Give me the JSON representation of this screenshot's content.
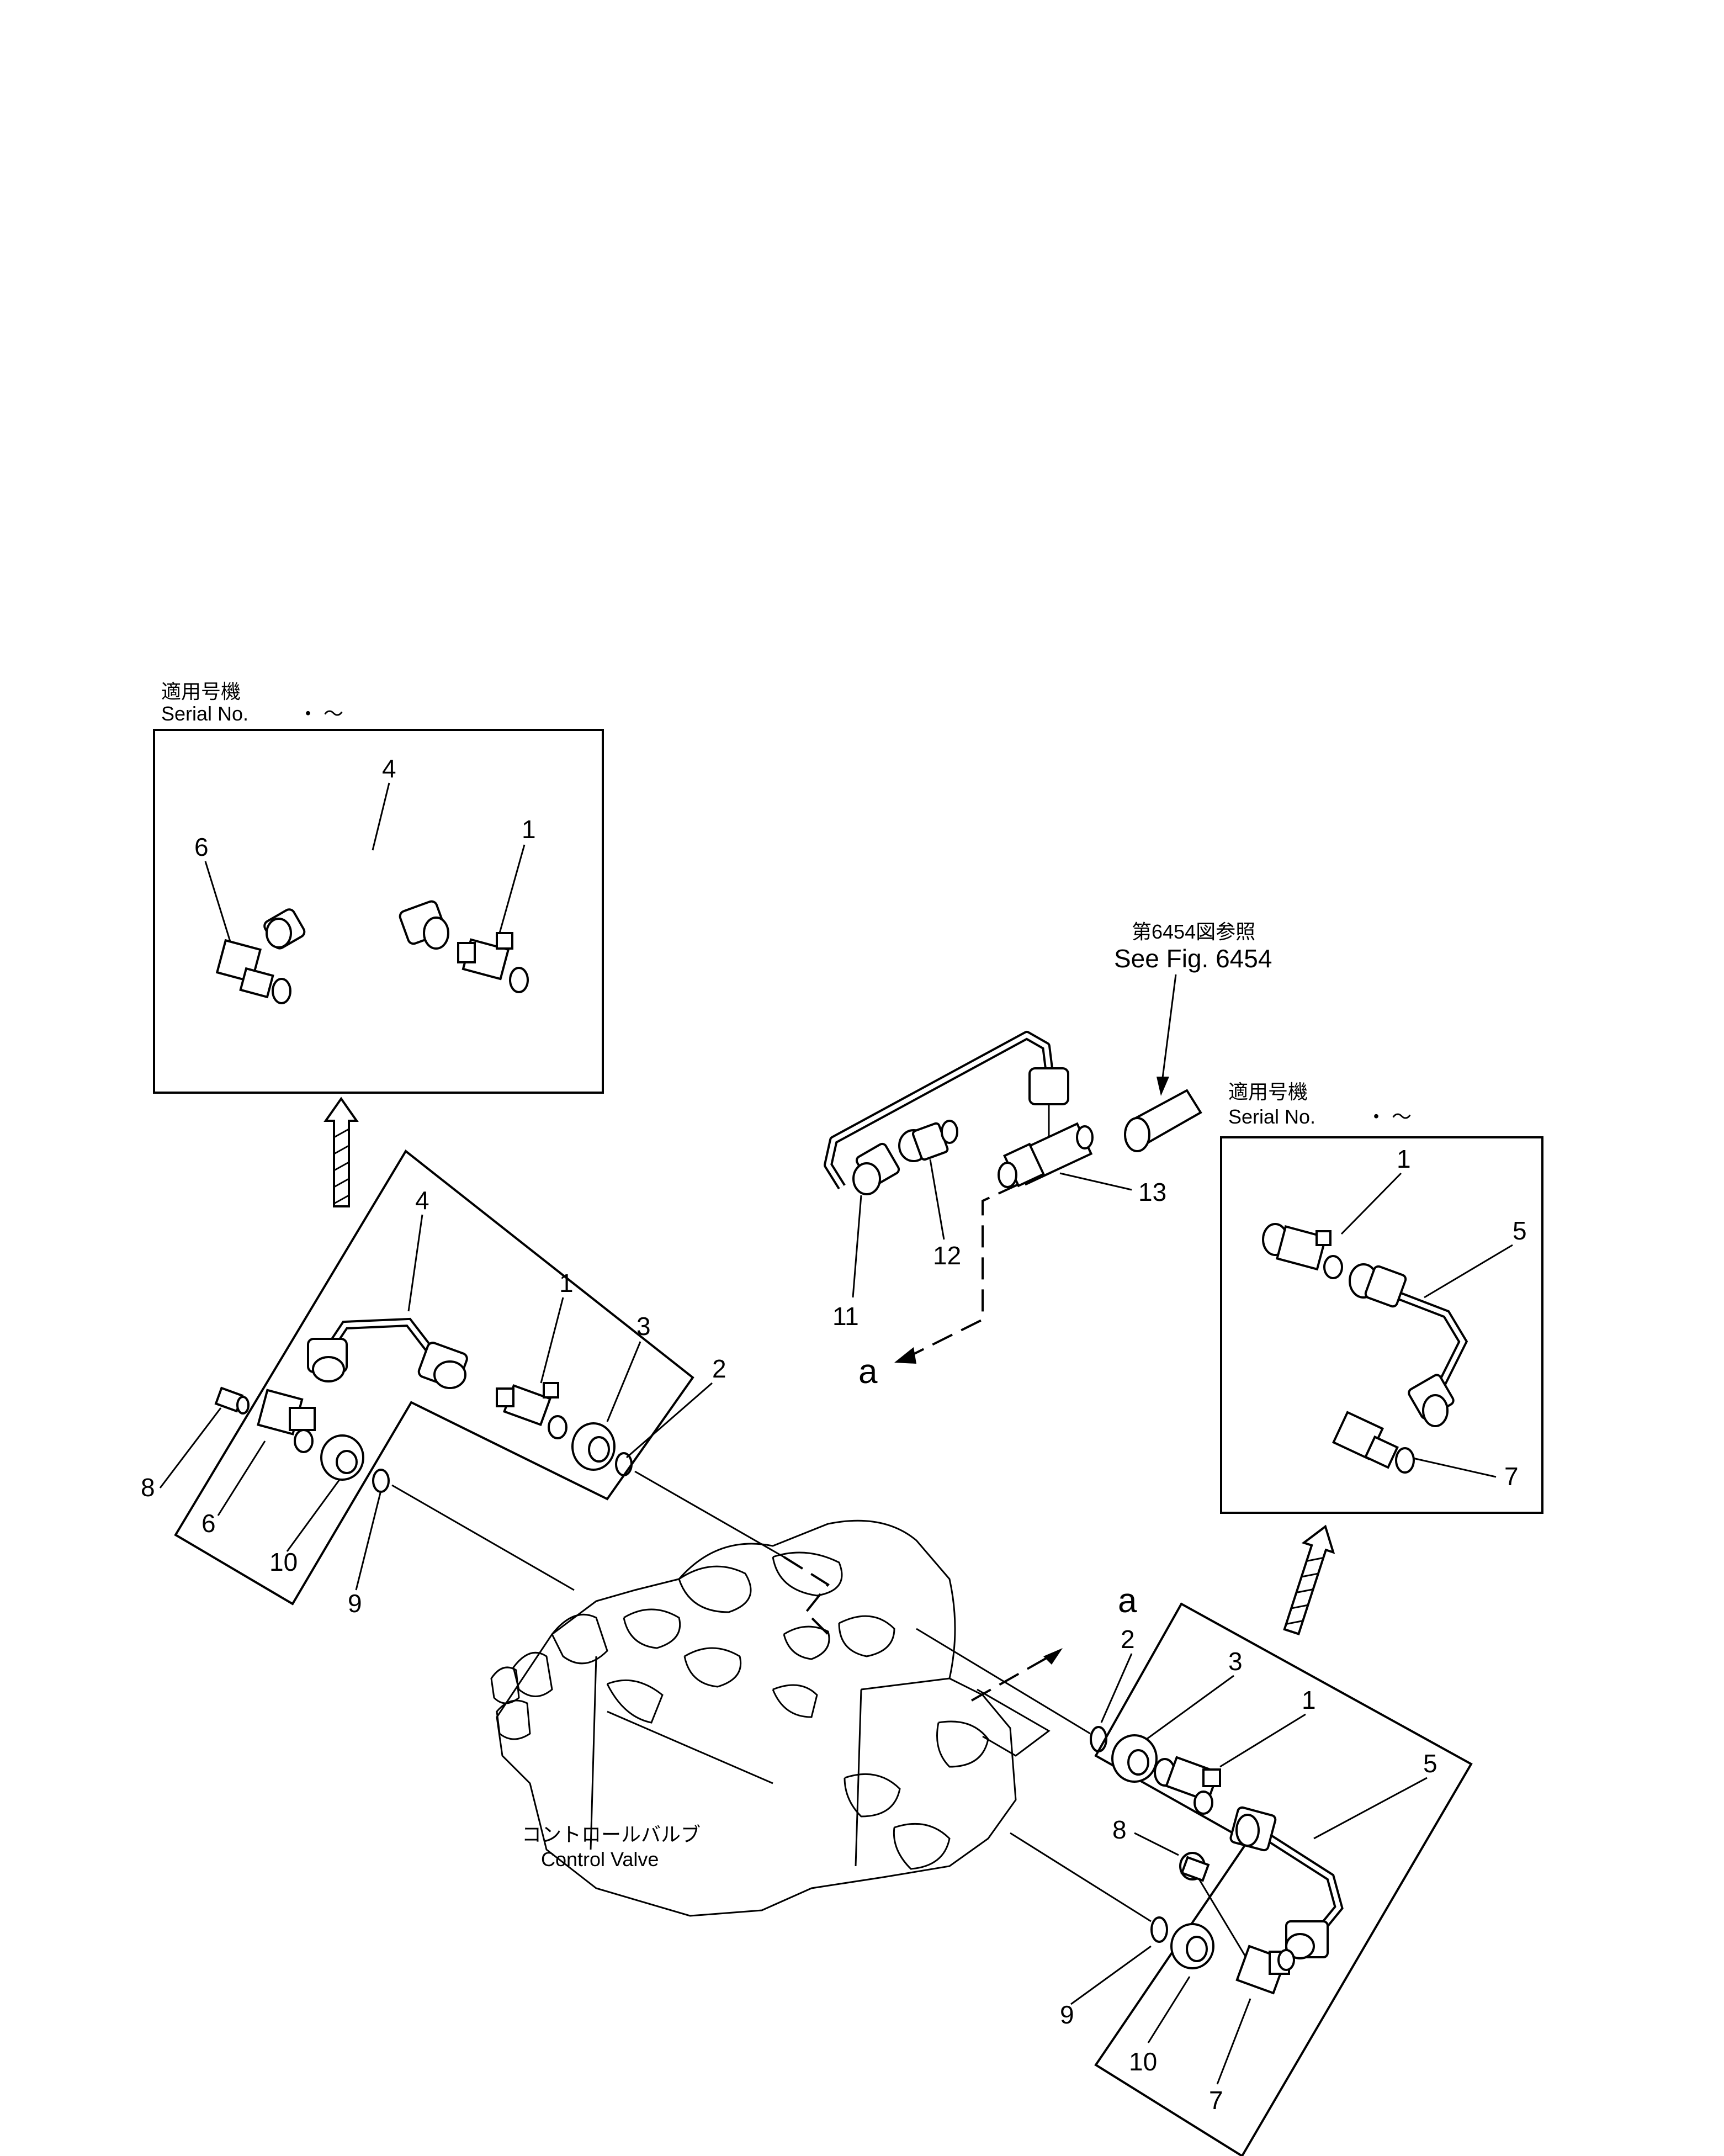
{
  "page": {
    "background": "#ffffff",
    "ink": "#000000"
  },
  "inset_top_left": {
    "heading_jp": "適用号機",
    "heading_en": "Serial No.",
    "serial_range": "・ 〜",
    "callouts": [
      "4",
      "6",
      "1"
    ]
  },
  "inset_right": {
    "heading_jp": "適用号機",
    "heading_en": "Serial No.",
    "serial_range": "・ 〜",
    "callouts": [
      "1",
      "5",
      "7"
    ]
  },
  "reference_note": {
    "jp": "第6454図参照",
    "en": "See Fig. 6454"
  },
  "center_assembly": {
    "callouts": [
      "11",
      "12",
      "13"
    ],
    "connector_label": "a"
  },
  "left_group": {
    "callouts": [
      "4",
      "1",
      "3",
      "2",
      "8",
      "6",
      "10",
      "9"
    ]
  },
  "right_group": {
    "callouts": [
      "a",
      "2",
      "3",
      "1",
      "5",
      "8",
      "9",
      "10",
      "7"
    ]
  },
  "control_valve": {
    "label_jp": "コントロールバルブ",
    "label_en": "Control Valve"
  },
  "icons": [
    "up-arrow-hatched-icon",
    "up-arrow-hatched-icon"
  ]
}
